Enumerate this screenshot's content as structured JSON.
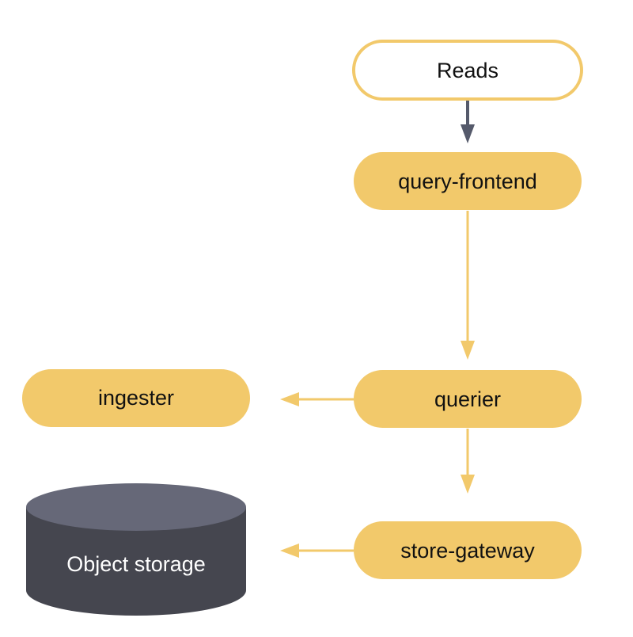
{
  "nodes": {
    "reads": "Reads",
    "query_frontend": "query-frontend",
    "querier": "querier",
    "ingester": "ingester",
    "store_gateway": "store-gateway",
    "object_storage": "Object storage"
  },
  "colors": {
    "component_fill": "#F2C96B",
    "entry_border": "#F2C96B",
    "entry_fill": "#FFFFFF",
    "entry_arrow": "#555A6B",
    "flow_arrow": "#F2C96B",
    "storage_side": "#45464F",
    "storage_top": "#666878",
    "storage_text": "#FFFFFF"
  }
}
